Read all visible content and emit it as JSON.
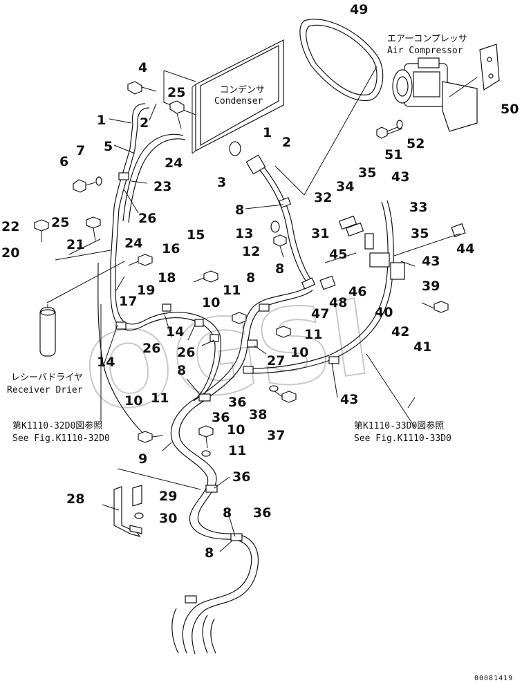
{
  "labels": {
    "n1a": "1",
    "n1b": "1",
    "n2a": "2",
    "n2b": "2",
    "n3": "3",
    "n4": "4",
    "n5": "5",
    "n6": "6",
    "n7": "7",
    "n8a": "8",
    "n8b": "8",
    "n8c": "8",
    "n8d": "8",
    "n8e": "8",
    "n8f": "8",
    "n9": "9",
    "n10a": "10",
    "n10b": "10",
    "n10c": "10",
    "n10d": "10",
    "n11a": "11",
    "n11b": "11",
    "n11c": "11",
    "n11d": "11",
    "n12": "12",
    "n13": "13",
    "n14a": "14",
    "n14b": "14",
    "n15": "15",
    "n16": "16",
    "n17": "17",
    "n18": "18",
    "n19": "19",
    "n20": "20",
    "n21": "21",
    "n22": "22",
    "n23": "23",
    "n24a": "24",
    "n24b": "24",
    "n25a": "25",
    "n25b": "25",
    "n26a": "26",
    "n26b": "26",
    "n26c": "26",
    "n27": "27",
    "n28": "28",
    "n29": "29",
    "n30": "30",
    "n31": "31",
    "n32": "32",
    "n33": "33",
    "n34": "34",
    "n35a": "35",
    "n35b": "35",
    "n36a": "36",
    "n36b": "36",
    "n36c": "36",
    "n36d": "36",
    "n37": "37",
    "n38": "38",
    "n39": "39",
    "n40": "40",
    "n41": "41",
    "n42": "42",
    "n43a": "43",
    "n43b": "43",
    "n43c": "43",
    "n44": "44",
    "n45": "45",
    "n46": "46",
    "n47": "47",
    "n48": "48",
    "n49": "49",
    "n50": "50",
    "n51": "51",
    "n52": "52"
  },
  "captions": {
    "condenser_jp": "コンデンサ",
    "condenser_en": "Condenser",
    "compressor_jp": "エアーコンプレッサ",
    "compressor_en": "Air Compressor",
    "drier_jp": "レシーバドライヤ",
    "drier_en": "Receiver Drier",
    "ref1_jp": "第K1110-32D0図参照",
    "ref1_en": "See Fig.K1110-32D0",
    "ref2_jp": "第K1110-33D0図参照",
    "ref2_en": "See Fig.K1110-33D0",
    "part_number": "00081419"
  }
}
